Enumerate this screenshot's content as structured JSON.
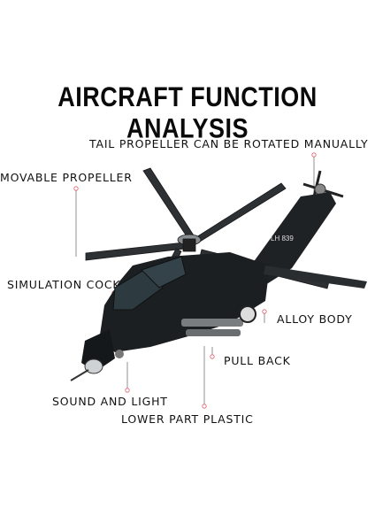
{
  "title": "AIRCRAFT FUNCTION ANALYSIS",
  "callouts": {
    "tail_propeller": "TAIL PROPELLER CAN BE ROTATED MANUALLY",
    "movable_propeller": "MOVABLE PROPELLER",
    "simulation_cockpit": "SIMULATION COCKPIT",
    "alloy_body": "ALLOY BODY",
    "pull_back": "PULL BACK",
    "sound_and_light": "SOUND AND LIGHT",
    "lower_part_plastic": "LOWER PART PLASTIC"
  },
  "tail_marking": "LH 839",
  "colors": {
    "body": "#1c1f22",
    "rotor": "#3a3d40",
    "callout_dot": "#e05a6a"
  }
}
